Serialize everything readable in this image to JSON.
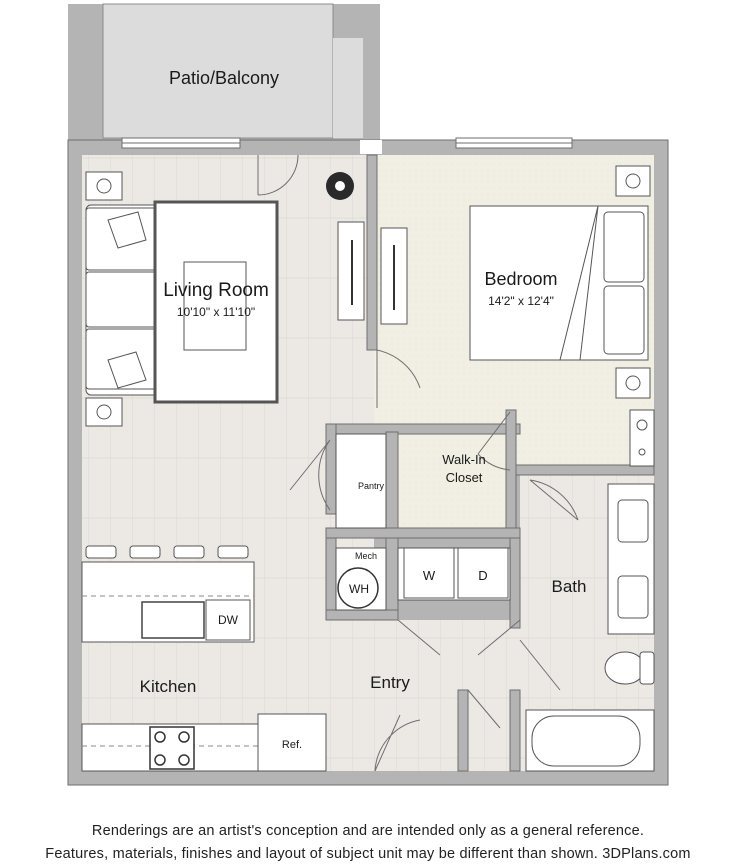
{
  "rooms": {
    "patio": {
      "name": "Patio/Balcony"
    },
    "living": {
      "name": "Living Room",
      "size": "10'10\" x 11'10\""
    },
    "bedroom": {
      "name": "Bedroom",
      "size": "14'2\" x 12'4\""
    },
    "closet": {
      "name_line1": "Walk-In",
      "name_line2": "Closet"
    },
    "pantry": {
      "name": "Pantry"
    },
    "mech": {
      "name": "Mech"
    },
    "bath": {
      "name": "Bath"
    },
    "entry": {
      "name": "Entry"
    },
    "kitchen": {
      "name": "Kitchen"
    }
  },
  "fixtures": {
    "water_heater": "WH",
    "washer": "W",
    "dryer": "D",
    "dishwasher": "DW",
    "refrigerator": "Ref."
  },
  "disclaimer": {
    "line1": "Renderings are an artist's conception and are intended only as a general reference.",
    "line2": "Features, materials, finishes and layout of subject unit may be different than shown. 3DPlans.com"
  },
  "colors": {
    "wall": "#b4b4b4",
    "wall_edge": "#6e6e6e",
    "wood_floor": "#ece9e5",
    "carpet": "#f1efe3",
    "patio_floor": "#dcdcdc"
  }
}
